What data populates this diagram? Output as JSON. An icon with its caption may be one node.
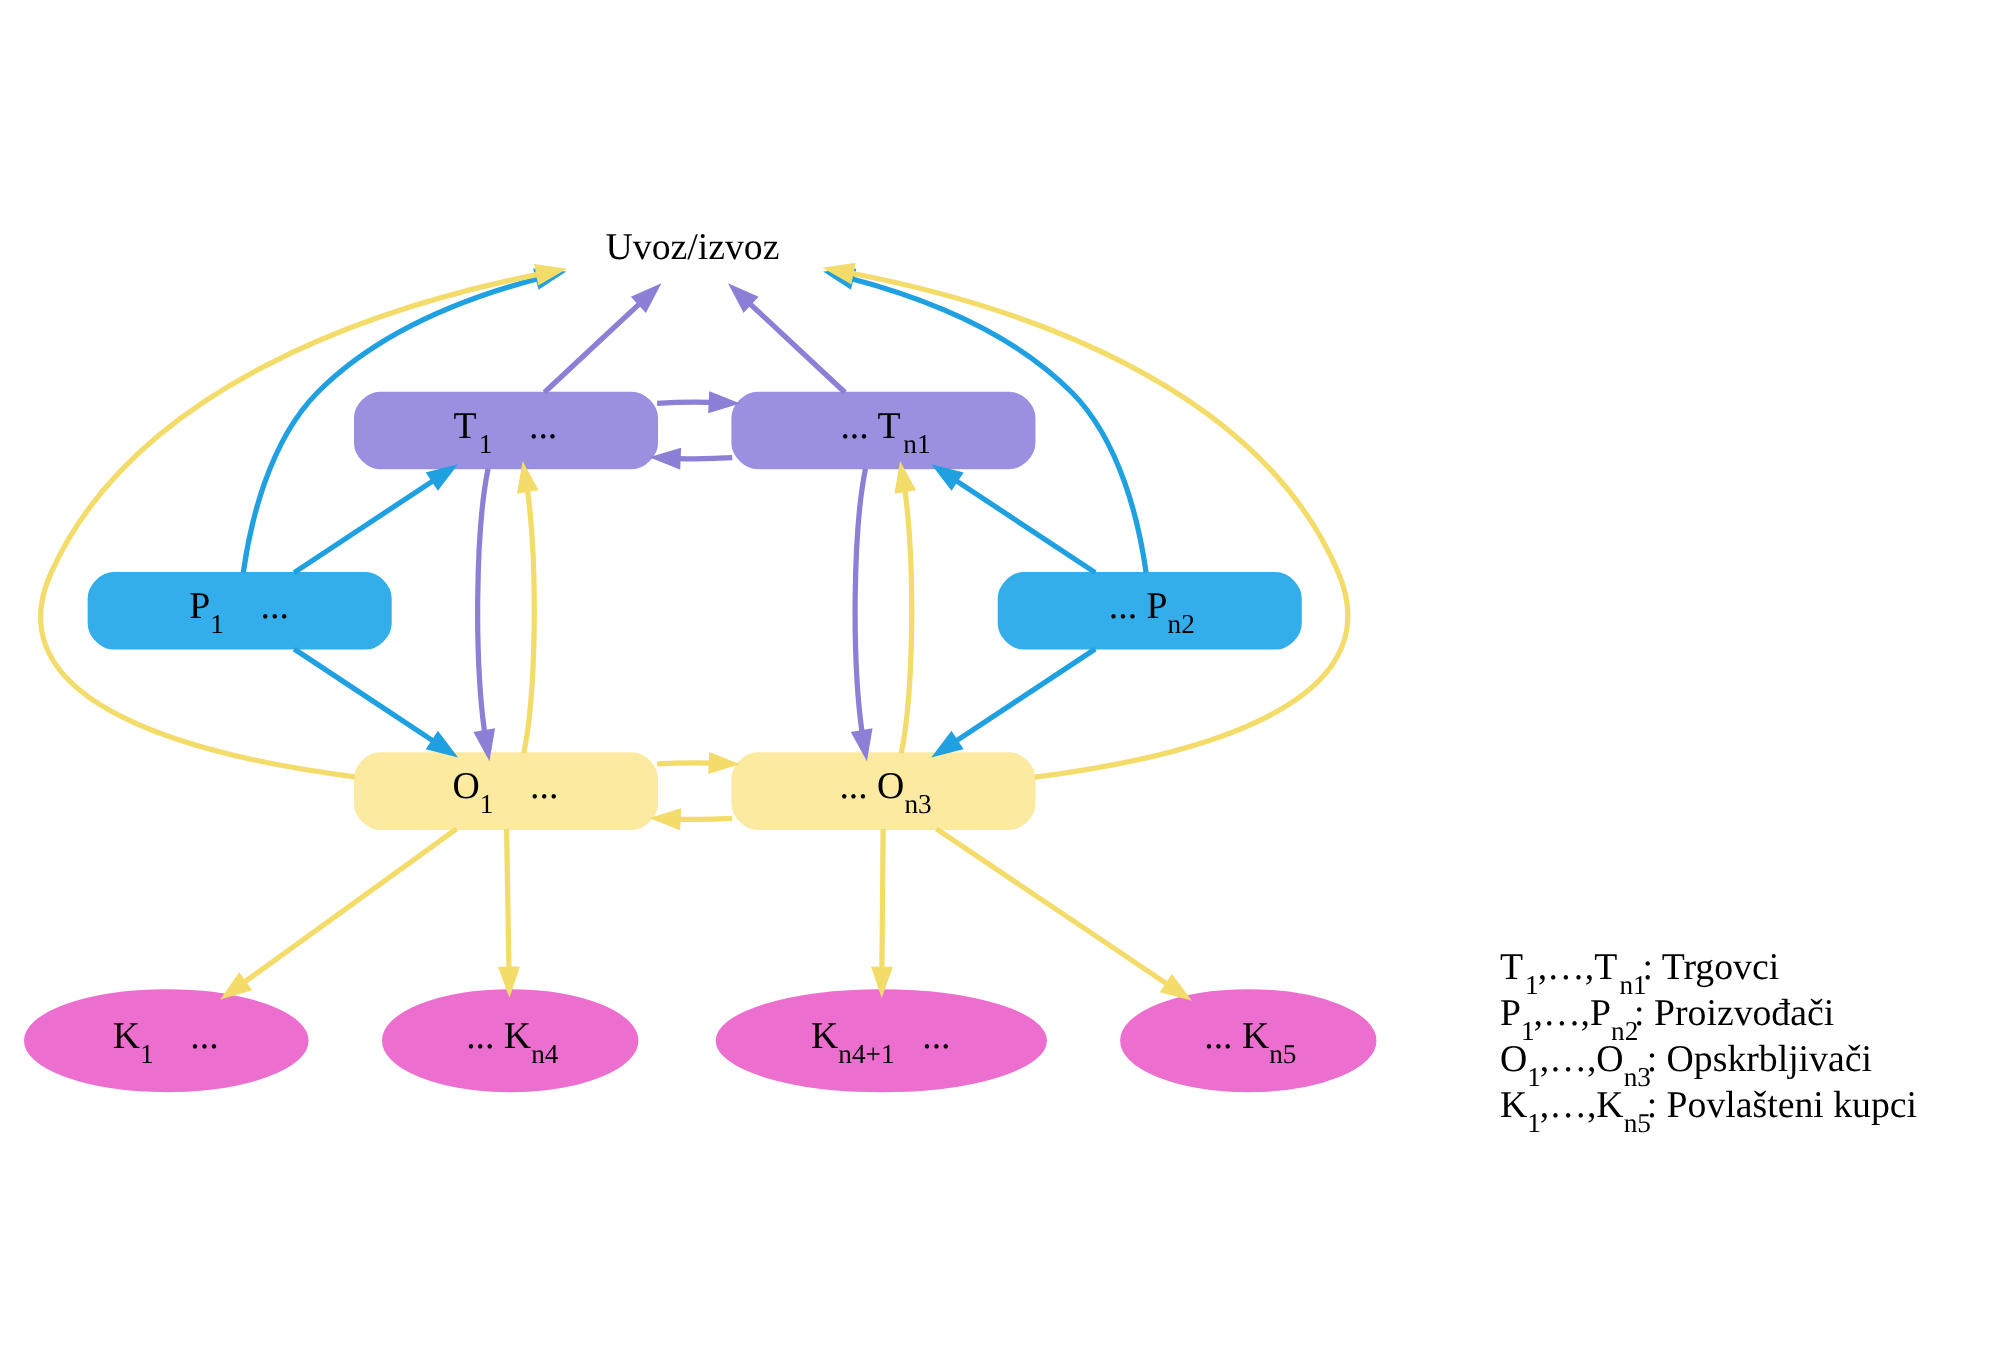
{
  "diagram": {
    "nodes": [
      {
        "text": [
          "Uvoz/izvoz"
        ]
      },
      {
        "text": [
          "T$_{1}$ ..."
        ]
      },
      {
        "text": [
          "... T$_{n1}$"
        ]
      },
      {
        "text": [
          "P$_{1}$ ..."
        ]
      },
      {
        "text": [
          "... P$_{n2}$"
        ]
      },
      {
        "text": [
          "O$_{1}$ ..."
        ]
      },
      {
        "text": [
          "... O$_{n3}$"
        ]
      },
      {
        "text": [
          "K$_{1}$ ..."
        ]
      },
      {
        "text": [
          "... K$_{n4}$"
        ]
      },
      {
        "text": [
          "K$_{n4+1}$ ..."
        ]
      },
      {
        "text": [
          "... K$_{n5}$"
        ]
      }
    ],
    "edges": [
      {
        "from": 1,
        "to": 0,
        "arrow": "to",
        "color": "#8b7fd6"
      },
      {
        "from": 3,
        "to": 0,
        "arrow": "to",
        "color": "#1fa0e0"
      },
      {
        "from": 4,
        "to": 0,
        "arrow": "to",
        "color": "#1fa0e0"
      },
      {
        "from": 2,
        "to": 0,
        "arrow": "to",
        "color": "#8b7fd6"
      },
      {
        "from": 5,
        "to": 0,
        "arrow": "to"
      },
      {
        "from": 6,
        "to": 0,
        "arrow": "to"
      },
      {
        "from": 2,
        "to": 1,
        "arrow": "to",
        "color": "#8b7fd6"
      },
      {
        "from": 1,
        "to": 2,
        "arrow": "to",
        "color": "#8b7fd6"
      },
      {
        "from": 3,
        "to": 1,
        "arrow": "to",
        "color": "#1fa0e0"
      },
      {
        "from": 3,
        "to": 5,
        "arrow": "to",
        "color": "#1fa0e0"
      },
      {
        "from": 4,
        "to": 2,
        "arrow": "to",
        "color": "#1fa0e0"
      },
      {
        "from": 4,
        "to": 6,
        "arrow": "to",
        "color": "#1fa0e0"
      },
      {
        "from": 1,
        "to": 5,
        "arrow": "to",
        "color": "#8b7fd6"
      },
      {
        "from": 2,
        "to": 6,
        "arrow": "to",
        "color": "#8b7fd6"
      },
      {
        "from": 5,
        "to": 1,
        "arrow": "to"
      },
      {
        "from": 6,
        "to": 2,
        "arrow": "to"
      },
      {
        "from": 6,
        "to": 5,
        "arrow": "to"
      },
      {
        "from": 5,
        "to": 6,
        "arrow": "to"
      },
      {
        "from": 5,
        "to": 7,
        "arrow": "to"
      },
      {
        "from": 5,
        "to": 8,
        "arrow": "to"
      },
      {
        "from": 6,
        "to": 9,
        "arrow": "to"
      },
      {
        "from": 6,
        "to": 10,
        "arrow": "to"
      }
    ],
    "labels": [
      "T$_{1}$,…,T$_{n1}$: Trgovci",
      "P$_{1}$,…,P$_{n2}$: Proizvođači",
      "O$_{1}$,…,O$_{n3}$: Opskrbljivači",
      "K$_{1}$,…,K$_{n5}$: Povlašteni kupci"
    ]
  }
}
